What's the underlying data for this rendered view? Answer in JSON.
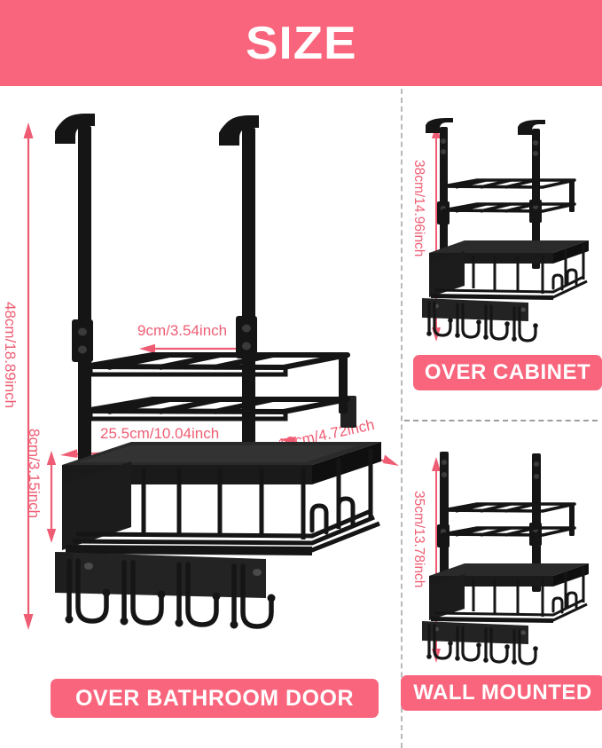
{
  "banner": {
    "title": "SIZE",
    "background_color": "#f9657c",
    "text_color": "#ffffff"
  },
  "theme": {
    "accent_color": "#f9657c",
    "dimension_text_color": "#ef5d74",
    "product_color": "#1a1a1a",
    "divider_color": "#b9b9b9",
    "background_color": "#ffffff"
  },
  "panels": {
    "main": {
      "label": "OVER BATHROOM DOOR",
      "product_name": "over-door-organizer-rack",
      "dimensions": {
        "height": "48cm/18.89inch",
        "basket_height": "8cm/3.15inch",
        "arm_spacing": "9cm/3.54inch",
        "width": "25.5cm/10.04inch",
        "depth": "12cm/4.72inch"
      }
    },
    "cabinet": {
      "label": "OVER CABINET",
      "product_name": "over-cabinet-organizer-rack",
      "dimensions": {
        "height": "38cm/14.96inch"
      }
    },
    "wall": {
      "label": "WALL MOUNTED",
      "product_name": "wall-mounted-organizer-rack",
      "dimensions": {
        "height": "35cm/13.78inch"
      }
    }
  },
  "chart_data": {
    "type": "table",
    "title": "SIZE",
    "categories": [
      "OVER BATHROOM DOOR",
      "OVER CABINET",
      "WALL MOUNTED"
    ],
    "measurements": [
      {
        "mount": "OVER BATHROOM DOOR",
        "height_cm": 48,
        "height_in": 18.89,
        "width_cm": 25.5,
        "width_in": 10.04,
        "depth_cm": 12,
        "depth_in": 4.72,
        "basket_height_cm": 8,
        "basket_height_in": 3.15,
        "arm_spacing_cm": 9,
        "arm_spacing_in": 3.54
      },
      {
        "mount": "OVER CABINET",
        "height_cm": 38,
        "height_in": 14.96
      },
      {
        "mount": "WALL MOUNTED",
        "height_cm": 35,
        "height_in": 13.78
      }
    ]
  }
}
